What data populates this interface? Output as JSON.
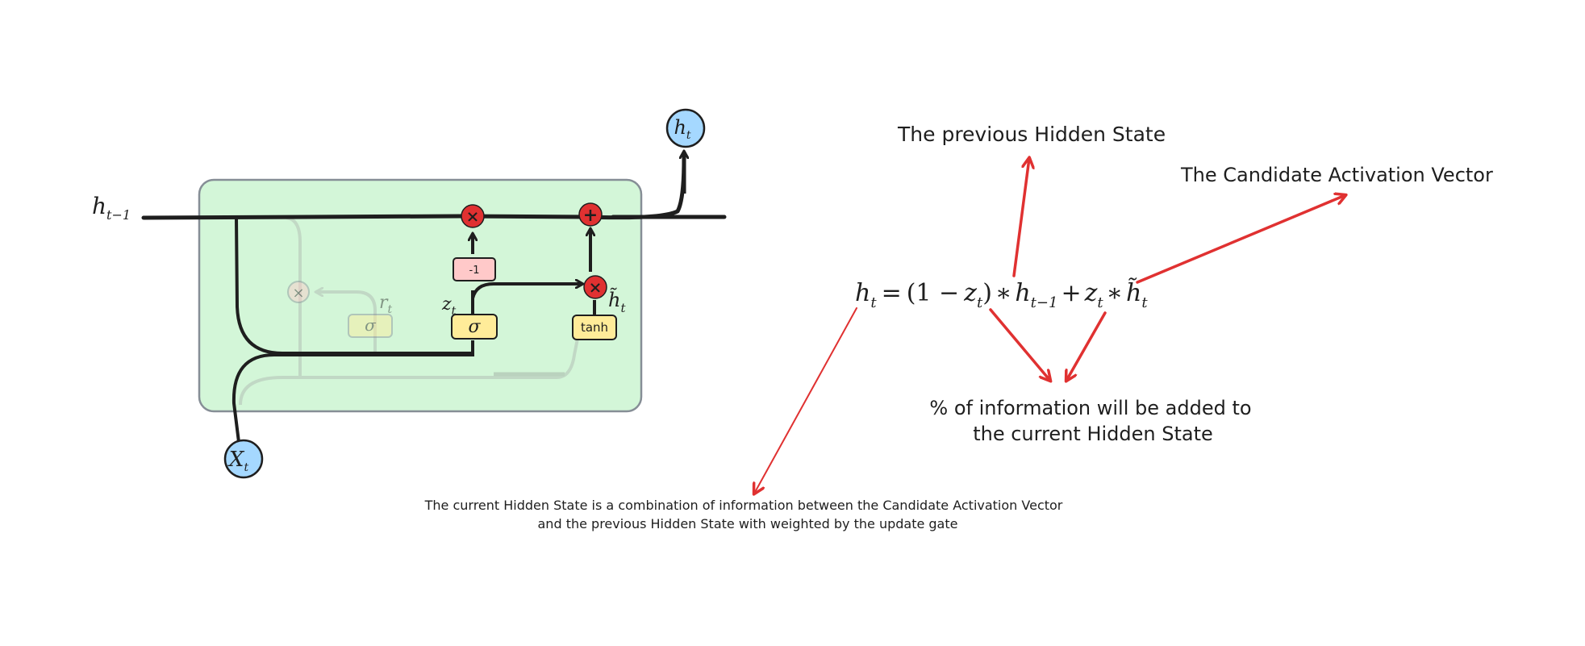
{
  "diagram": {
    "inputs": {
      "h_prev": {
        "base": "h",
        "sub": "t−1"
      },
      "x_t": {
        "base": "X",
        "sub": "t"
      },
      "h_t": {
        "base": "h",
        "sub": "t"
      }
    },
    "gates": {
      "sigma_faded": "σ",
      "reset_label": {
        "base": "r",
        "sub": "t"
      },
      "sigma_update": "σ",
      "update_label": {
        "base": "z",
        "sub": "t"
      },
      "minus_one": "-1",
      "tanh": "tanh",
      "candidate_label": {
        "base": "h̃",
        "sub": "t"
      }
    },
    "operators": {
      "multiply": "×",
      "add": "+"
    }
  },
  "equation": {
    "lhs": {
      "base": "h",
      "sub": "t"
    },
    "eq": "=",
    "open": "(1 −",
    "z1": {
      "base": "z",
      "sub": "t"
    },
    "close": ")",
    "star1": "∗",
    "hprev": {
      "base": "h",
      "sub": "t−1"
    },
    "plus": "+",
    "z2": {
      "base": "z",
      "sub": "t"
    },
    "star2": "∗",
    "hcand": {
      "base": "h̃",
      "sub": "t"
    }
  },
  "annotations": {
    "previous_hidden_state": "The previous Hidden State",
    "candidate_activation_vector": "The Candidate Activation Vector",
    "percent_information": {
      "line1": "% of information will be added to",
      "line2": "the current Hidden State"
    },
    "current_hidden_state": {
      "line1": "The current Hidden State is a combination of information between the Candidate Activation Vector",
      "line2": "and the previous Hidden State with weighted by the update gate"
    }
  },
  "colors": {
    "cell_fill": "#d3f6d8",
    "cell_stroke": "#868e96",
    "gate_fill": "#ffec99",
    "minus_fill": "#ffc9c9",
    "op_fill": "#e03131",
    "node_fill": "#a5d8ff",
    "arrow_red": "#e03131",
    "line": "#1e1e1e"
  }
}
